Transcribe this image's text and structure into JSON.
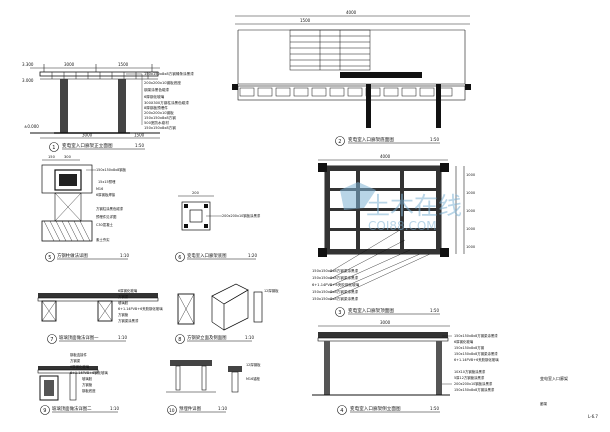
{
  "watermark": {
    "text_cn": "土木在线",
    "text_en": "COI88.COM",
    "color": "#7fb3d5"
  },
  "views": [
    {
      "id": "elevation",
      "number": "1",
      "title": "变电室入口廊架正立面图",
      "scale": "1:50"
    },
    {
      "id": "bottom-plan",
      "number": "2",
      "title": "变电室入口廊架底面图",
      "scale": "1:50"
    },
    {
      "id": "column-detail",
      "number": "5",
      "title": "方钢柱做法详图",
      "scale": "1:10"
    },
    {
      "id": "beam-plan",
      "number": "6",
      "title": "变电室入口廊架底图",
      "scale": "1:20"
    },
    {
      "id": "top-plan",
      "number": "3",
      "title": "变电室入口廊架顶面图",
      "scale": "1:50"
    },
    {
      "id": "deck-detail-1",
      "number": "7",
      "title": "玻璃顶面做法详图一",
      "scale": "1:10"
    },
    {
      "id": "steel-joint",
      "number": "8",
      "title": "方钢梁立面及侧面图",
      "scale": "1:10"
    },
    {
      "id": "deck-detail-2",
      "number": "9",
      "title": "玻璃顶面做法详图二",
      "scale": "1:10"
    },
    {
      "id": "embed-detail",
      "number": "10",
      "title": "预埋件详图",
      "scale": "1:10"
    },
    {
      "id": "side-elevation",
      "number": "4",
      "title": "变电室入口廊架侧立面图",
      "scale": "1:50"
    }
  ],
  "elevation_notes": [
    "150x150x8x8方钢橼条涂黑漆",
    "200x200x10钢板底座",
    "钢架涂黑色磁漆",
    "6厚钢化玻璃",
    "300X300方钢柱涂黑色磁漆",
    "8厚钢板预埋件",
    "200x200x10钢板",
    "150x150x8x8方钢",
    "500宽防水卷材",
    "150x150x8x8方钢"
  ],
  "column_notes": [
    "150x150x8x8钢板",
    "15x15预埋",
    "M16",
    "6厚钢板焊接",
    "方钢柱涂黑色磁漆",
    "预埋件见详图",
    "C30混凝土",
    "素土夯实"
  ],
  "beam_plan_notes": [
    "200x200x10钢板涂黑漆"
  ],
  "top_plan_notes": [
    "150x150x8x8方钢梁涂黑漆",
    "150x150x8x8方钢梁涂黑漆",
    "6+1.14PVB+6夹胶钢化玻璃",
    "150x150x8x8方钢梁涂黑漆",
    "150x150x8x8方钢梁涂黑漆"
  ],
  "deck1_notes": [
    "6厚钢化玻璃",
    "方钢梁",
    "玻璃胶",
    "6+1.14PVB+6夹胶钢化玻璃",
    "方钢管",
    "方钢梁涂黑漆"
  ],
  "joint_notes": [
    "12厚钢板"
  ],
  "deck2_notes": [
    "钢板连接件",
    "方钢梁",
    "6厚钢化玻璃",
    "6+1.14PVB+6钢化玻璃",
    "玻璃胶",
    "方钢管",
    "钢板底座"
  ],
  "embed_notes": [
    "12厚钢板",
    "M16锚栓"
  ],
  "side_notes": [
    "150x150x8x8方钢梁涂黑漆",
    "6厚钢化玻璃",
    "150x150x8x8方钢",
    "150x150x8x8方钢梁涂黑漆",
    "6+1.14PVB+6夹胶钢化玻璃",
    "10X10方钢管涂黑漆",
    "5厚12方钢管涂黑漆",
    "200x200x10钢板涂黑漆",
    "150x150x8x8方钢涂黑漆"
  ],
  "dims": {
    "elev_levels": [
      "3.300",
      "3.000",
      "±0.000"
    ],
    "elev_top": [
      "3000",
      "1500"
    ],
    "elev_bottom": [
      "3000",
      "1500"
    ],
    "bottom_top": [
      "4000",
      "1500"
    ],
    "top_top": [
      "4000"
    ],
    "top_right": [
      "1000",
      "1000",
      "1000",
      "1000",
      "1000"
    ],
    "side_top": [
      "3000"
    ],
    "column_top": [
      "150",
      "300"
    ],
    "beam_top": [
      "200"
    ]
  },
  "title_block": {
    "project": "变电室入口廊架",
    "label": "廊架",
    "sheet_no": "L-6.7"
  }
}
